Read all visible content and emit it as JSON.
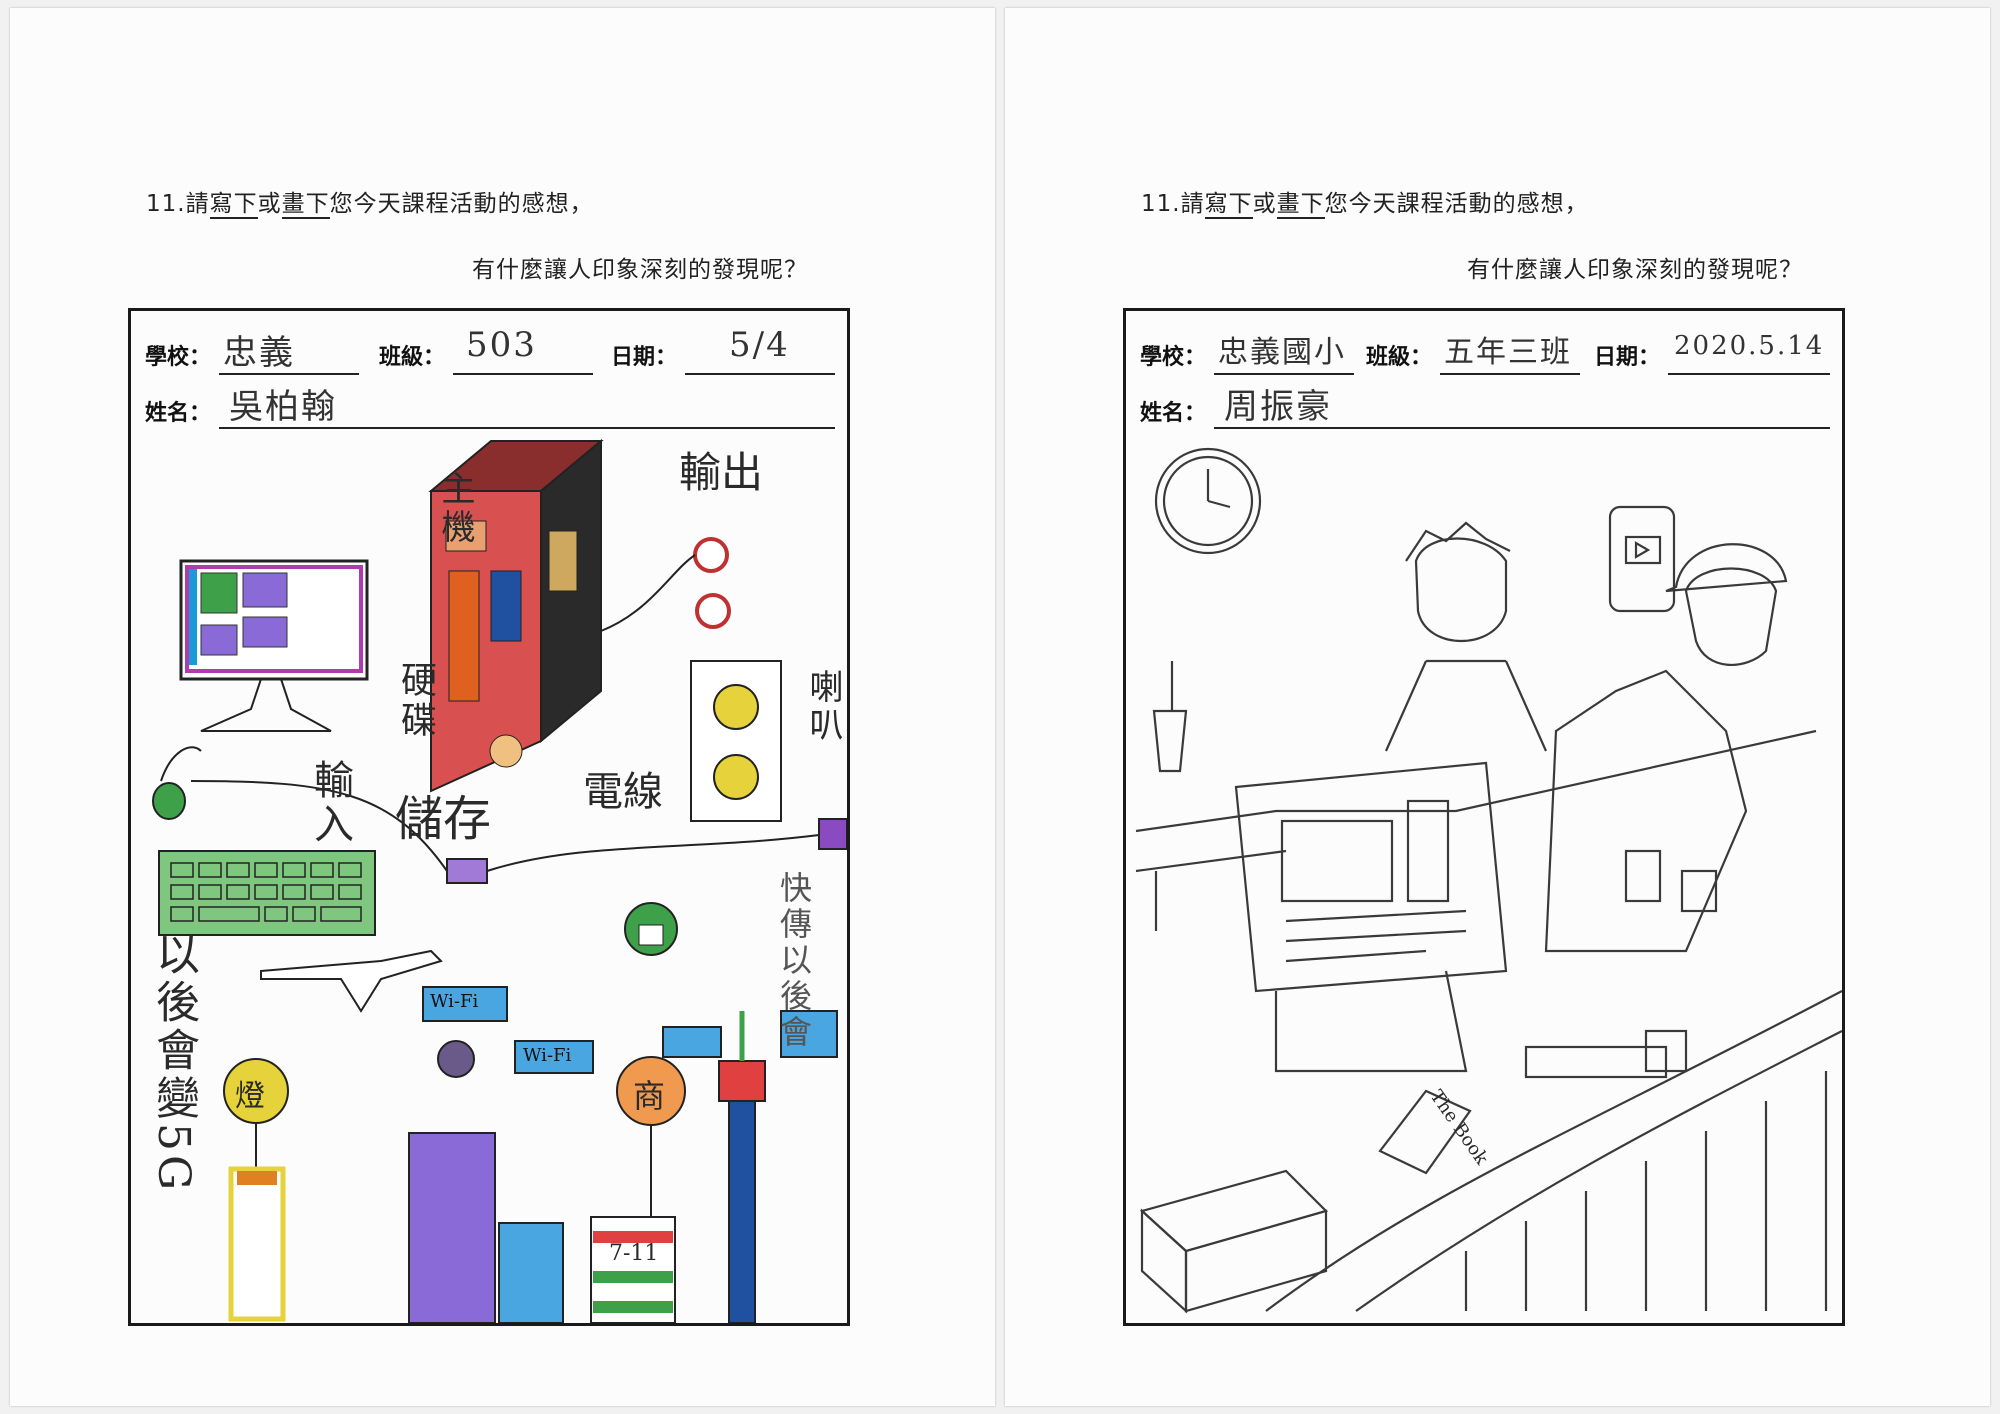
{
  "form": {
    "question_line1_num": "11.",
    "question_line1_a": "請",
    "question_line1_b": "寫下",
    "question_line1_c": "或",
    "question_line1_d": "畫下",
    "question_line1_e": "您今天課程活動的感想，",
    "question_line2": "有什麼讓人印象深刻的發現呢？",
    "school_label": "學校：",
    "class_label": "班級：",
    "date_label": "日期：",
    "name_label": "姓名："
  },
  "left": {
    "school": "忠義",
    "class": "503",
    "date": "5/4",
    "name": "吳柏翰",
    "notes": {
      "host": "主機",
      "output": "輸出",
      "speaker": "喇叭",
      "disk": "硬碟",
      "input": "輸入",
      "storage": "儲存",
      "cable": "電線",
      "future": "以後會變5G",
      "wifi": "Wi-Fi",
      "lamp": "燈",
      "shop": "商",
      "store": "7-11",
      "future2": "快傳以後會"
    }
  },
  "right": {
    "school": "忠義國小",
    "class": "五年三班",
    "date": "2020.5.14",
    "name": "周振豪",
    "notes": {
      "book_title": "The Book"
    }
  }
}
